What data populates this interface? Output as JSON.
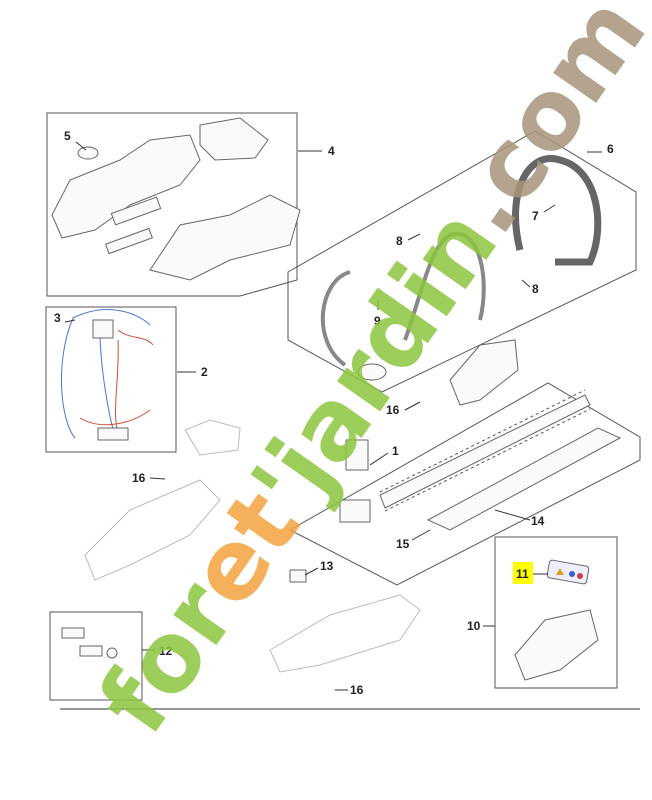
{
  "diagram": {
    "callouts": {
      "c1": "1",
      "c2": "2",
      "c3": "3",
      "c4": "4",
      "c5": "5",
      "c6": "6",
      "c7": "7",
      "c8a": "8",
      "c8b": "8",
      "c9": "9",
      "c10": "10",
      "c11": "11",
      "c12": "12",
      "c13": "13",
      "c14": "14",
      "c15": "15",
      "c16a": "16",
      "c16b": "16",
      "c16c": "16"
    },
    "highlighted_callout": "11",
    "highlight_color": "#ffff00",
    "wire_colors": {
      "blue": "#4a78d0",
      "red": "#d0503a"
    }
  },
  "watermark": {
    "part1": "for",
    "part2": "et",
    "part3": "'jardin",
    "part4": ".com",
    "colors": {
      "green": "#8cc63f",
      "orange": "#f4a340",
      "tan": "#a8957c"
    }
  }
}
